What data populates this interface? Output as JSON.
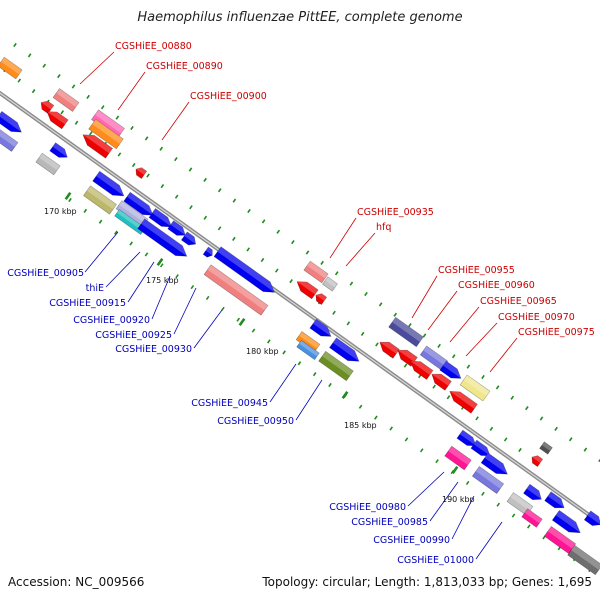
{
  "title": "Haemophilus influenzae PittEE, complete genome",
  "footer": {
    "accession": "Accession: NC_009566",
    "summary": "Topology: circular; Length: 1,813,033 bp; Genes: 1,695"
  },
  "colors": {
    "backbone": "#8c8c8c",
    "forward_cds": "#0000ee",
    "reverse_cds": "#ee0000",
    "label_forward": "#0000bb",
    "label_reverse": "#cc0000",
    "tick": "#1f8c1f"
  },
  "scale_labels": [
    "170 kbp",
    "175 kbp",
    "180 kbp",
    "185 kbp",
    "190 kbp"
  ],
  "gene_labels_reverse": [
    "CGSHiEE_00880",
    "CGSHiEE_00890",
    "CGSHiEE_00900",
    "CGSHiEE_00935",
    "hfq",
    "CGSHiEE_00955",
    "CGSHiEE_00960",
    "CGSHiEE_00965",
    "CGSHiEE_00970",
    "CGSHiEE_00975"
  ],
  "gene_labels_forward": [
    "CGSHiEE_00905",
    "thiE",
    "CGSHiEE_00915",
    "CGSHiEE_00920",
    "CGSHiEE_00925",
    "CGSHiEE_00930",
    "CGSHiEE_00945",
    "CGSHiEE_00950",
    "CGSHiEE_00980",
    "CGSHiEE_00985",
    "CGSHiEE_00990",
    "CGSHiEE_01000"
  ]
}
